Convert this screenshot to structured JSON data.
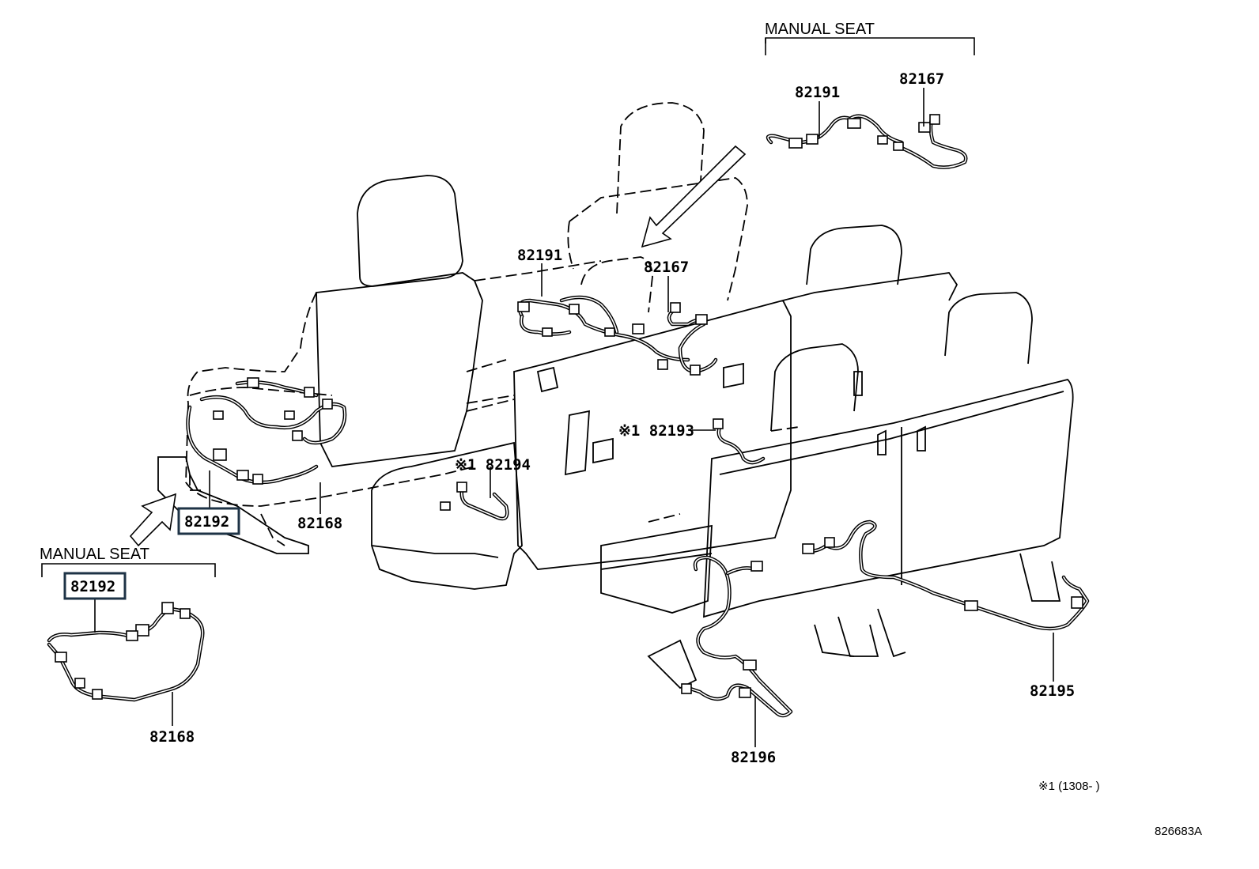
{
  "labels": {
    "manual_seat_top": "MANUAL SEAT",
    "manual_seat_left": "MANUAL SEAT",
    "p_82191_top": "82191",
    "p_82167_top": "82167",
    "p_82191_mid": "82191",
    "p_82167_mid": "82167",
    "p_82193": "※1 82193",
    "p_82194": "※1 82194",
    "p_82192_main": "82192",
    "p_82168_main": "82168",
    "p_82192_inset": "82192",
    "p_82168_inset": "82168",
    "p_82195": "82195",
    "p_82196": "82196",
    "footnote": "※1 (1308-      )",
    "figure_code": "826683A"
  },
  "highlighted_parts": [
    "82192"
  ],
  "colors": {
    "highlight_border": "#1e3346",
    "line": "#000000",
    "background": "#ffffff"
  }
}
